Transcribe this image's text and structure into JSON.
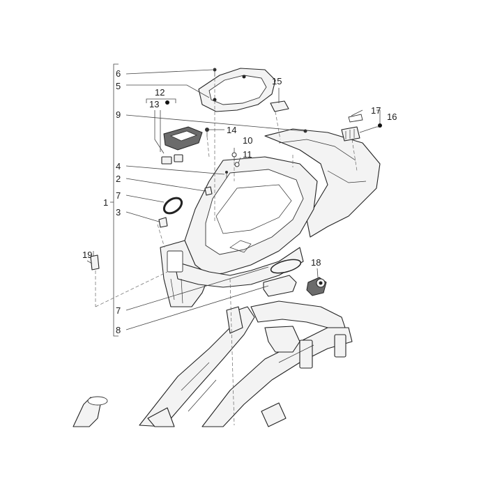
{
  "callouts": [
    {
      "key": "p6",
      "label": "6"
    },
    {
      "key": "p5",
      "label": "5"
    },
    {
      "key": "p12",
      "label": "12"
    },
    {
      "key": "p13",
      "label": "13"
    },
    {
      "key": "p15",
      "label": "15"
    },
    {
      "key": "p9",
      "label": "9"
    },
    {
      "key": "p17",
      "label": "17"
    },
    {
      "key": "p16",
      "label": "16"
    },
    {
      "key": "p14",
      "label": "14"
    },
    {
      "key": "p10",
      "label": "10"
    },
    {
      "key": "p11",
      "label": "11"
    },
    {
      "key": "p4",
      "label": "4"
    },
    {
      "key": "p2",
      "label": "2"
    },
    {
      "key": "p7a",
      "label": "7"
    },
    {
      "key": "p1",
      "label": "1"
    },
    {
      "key": "p3",
      "label": "3"
    },
    {
      "key": "p19",
      "label": "19"
    },
    {
      "key": "p18",
      "label": "18"
    },
    {
      "key": "p7b",
      "label": "7"
    },
    {
      "key": "p8",
      "label": "8"
    }
  ],
  "colors": {
    "line": "#222222",
    "fill": "#f3f3f3",
    "dark": "#6b6b6b",
    "background": "#ffffff"
  }
}
